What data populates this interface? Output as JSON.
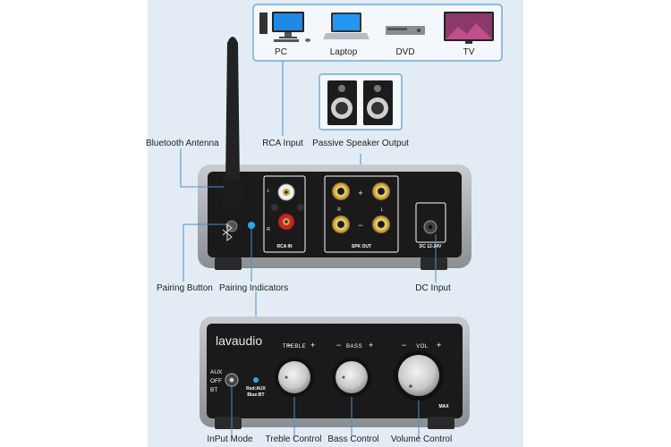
{
  "sources": [
    {
      "label": "PC",
      "icon": "desktop-pc-icon"
    },
    {
      "label": "Laptop",
      "icon": "laptop-icon"
    },
    {
      "label": "DVD",
      "icon": "dvd-player-icon"
    },
    {
      "label": "TV",
      "icon": "tv-icon"
    }
  ],
  "rear_callouts": {
    "bluetooth_antenna": "Bluetooth Antenna",
    "rca_input": "RCA Input",
    "passive_speaker_output": "Passive Speaker Output",
    "pairing_button": "Pairing Button",
    "pairing_indicators": "Pairing Indicators",
    "dc_input": "DC Input"
  },
  "rear_panel": {
    "rca_in": "RCA IN",
    "spk_out": "SPK OUT",
    "dc": "DC 12-24V",
    "left": "L",
    "right": "R",
    "plus": "+",
    "minus": "−"
  },
  "front_panel": {
    "brand": "lavaudio",
    "treble": "TREBLE",
    "bass": "BASS",
    "vol": "VOL",
    "max": "MAX",
    "minus": "−",
    "plus": "+",
    "mode_aux": "AUX",
    "mode_off": "OFF",
    "mode_bt": "BT",
    "led_red": "Red:AUX",
    "led_blue": "Blue:BT"
  },
  "front_callouts": {
    "input_mode": "InPut Mode",
    "treble_control": "Treble Control",
    "bass_control": "Bass Control",
    "volume_control": "Volume Control"
  },
  "colors": {
    "panel_bg": "#e3ecf4",
    "line": "#4a8fce",
    "indicator_blue": "#2aa9e8"
  }
}
